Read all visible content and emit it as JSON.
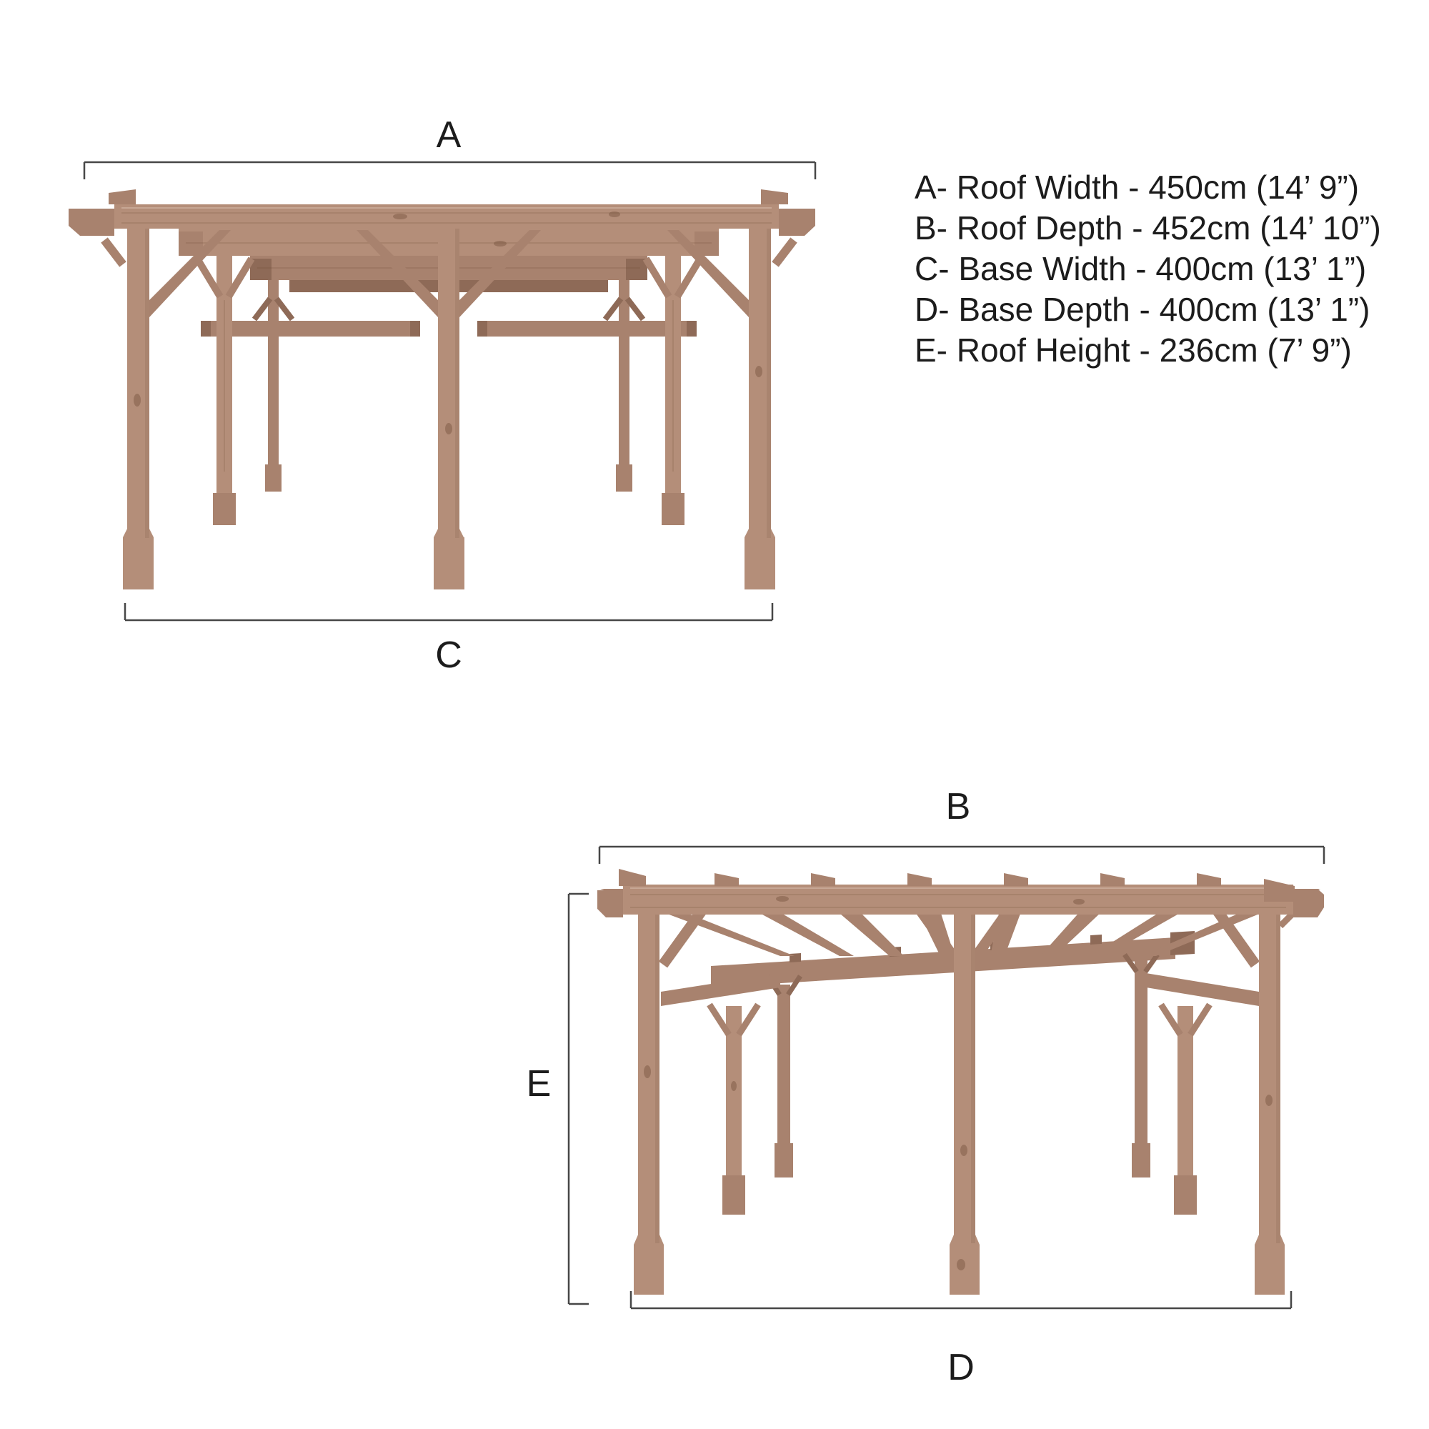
{
  "colors": {
    "bg": "#ffffff",
    "text": "#1c1c1c",
    "line": "#474747",
    "wood_light": "#b48e79",
    "wood_mid": "#a8826e",
    "wood_dark": "#8e6a57"
  },
  "legend": {
    "items": [
      "A- Roof Width - 450cm (14’ 9”)",
      "B- Roof Depth - 452cm (14’ 10”)",
      "C- Base Width - 400cm (13’ 1”)",
      "D- Base Depth - 400cm (13’ 1”)",
      "E- Roof Height - 236cm (7’ 9”)"
    ]
  },
  "front_view": {
    "name": "Pergola front elevation",
    "roof_width_label": "A",
    "base_width_label": "C"
  },
  "side_view": {
    "name": "Pergola side elevation",
    "roof_depth_label": "B",
    "roof_height_label": "E",
    "base_depth_label": "D"
  },
  "dimensions": {
    "roof_width_cm": 450,
    "roof_depth_cm": 452,
    "base_width_cm": 400,
    "base_depth_cm": 400,
    "roof_height_cm": 236
  }
}
